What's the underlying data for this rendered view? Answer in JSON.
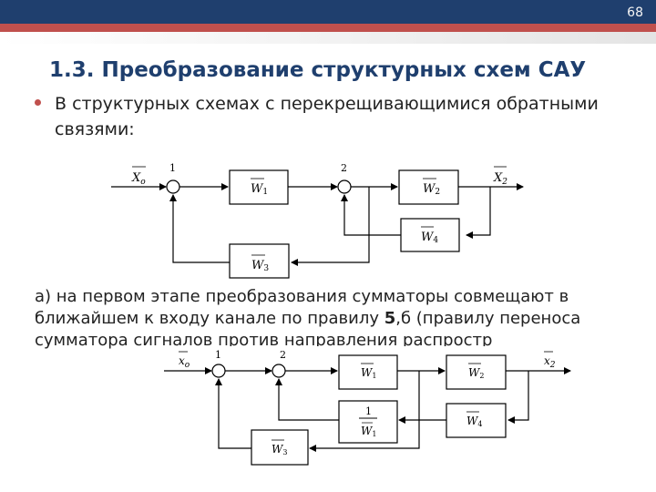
{
  "header": {
    "page_number": "68"
  },
  "title": "1.3. Преобразование структурных схем САУ",
  "bullet": "В структурных схемах с перекрещивающимися обратными связями:",
  "step_a": {
    "prefix": "а) на первом этапе преобразования сумматоры совмещают в ближайшем к входу канале по правилу ",
    "rule_bold": "5",
    "suffix": ",б (правилу переноса сумматора сигналов против направления распростр"
  },
  "diagram1": {
    "input": "X",
    "input_sub": "o",
    "output": "X",
    "output_sub": "2",
    "node1": "1",
    "node2": "2",
    "blocks": [
      {
        "name": "W",
        "sub": "1"
      },
      {
        "name": "W",
        "sub": "2"
      },
      {
        "name": "W",
        "sub": "4"
      },
      {
        "name": "W",
        "sub": "3"
      }
    ]
  },
  "diagram2": {
    "input": "x",
    "input_sub": "o",
    "output": "x",
    "output_sub": "2",
    "node1": "1",
    "node2": "2",
    "blocks": [
      {
        "name": "W",
        "sub": "1"
      },
      {
        "name": "W",
        "sub": "2"
      },
      {
        "name": "W",
        "sub": "4"
      },
      {
        "name": "W",
        "sub": "3"
      }
    ],
    "inverse_block": {
      "numerator": "1",
      "name": "W",
      "sub": "1"
    }
  }
}
